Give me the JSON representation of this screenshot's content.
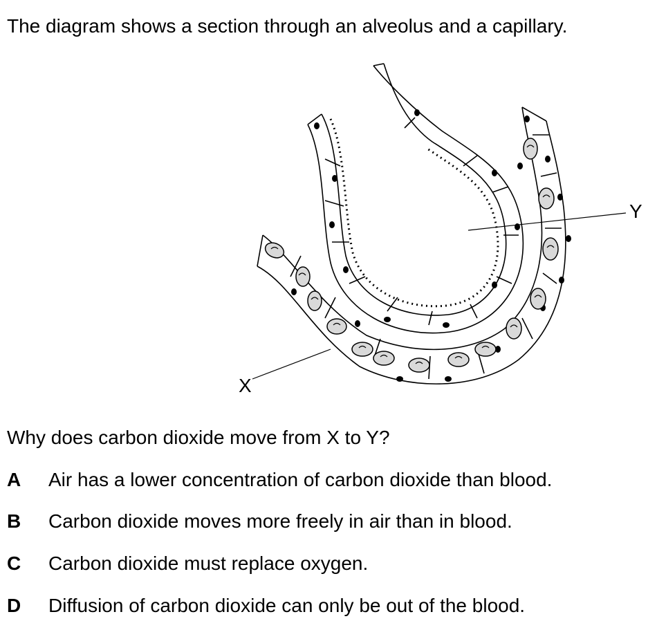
{
  "intro": "The diagram shows a section through an alveolus and a capillary.",
  "diagram": {
    "label_x": "X",
    "label_y": "Y"
  },
  "question": "Why does carbon dioxide move from X to Y?",
  "options": [
    {
      "letter": "A",
      "text": "Air has a lower concentration of carbon dioxide than blood."
    },
    {
      "letter": "B",
      "text": "Carbon dioxide moves more freely in air than in blood."
    },
    {
      "letter": "C",
      "text": "Carbon dioxide must replace oxygen."
    },
    {
      "letter": "D",
      "text": "Diffusion of carbon dioxide can only be out of the blood."
    }
  ]
}
